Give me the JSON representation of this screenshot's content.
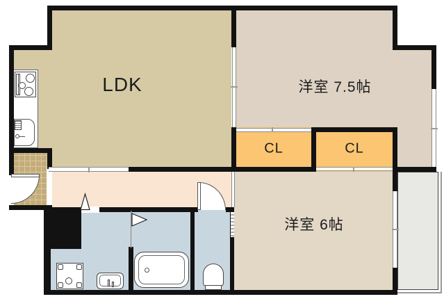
{
  "rooms": {
    "ldk": {
      "label": "LDK"
    },
    "western_room_75": {
      "label": "洋室 7.5帖"
    },
    "closet_left": {
      "label": "CL"
    },
    "closet_right": {
      "label": "CL"
    },
    "western_room_6": {
      "label": "洋室 6帖"
    }
  },
  "fixture_icons": [
    "entrance-door-arc",
    "kitchen-stove",
    "kitchen-sink",
    "washing-machine-pan",
    "vanity-sink",
    "bathtub",
    "toilet",
    "door-swing-triangle",
    "folding-door-flag",
    "sliding-door",
    "window"
  ],
  "palette": {
    "wall": "#121212",
    "ldk_fill": "#d6caa4",
    "bedroom75_fill": "#ddd2c3",
    "bedroom6_fill": "#e3d7c6",
    "closet_fill": "#fbc572",
    "hallway_fill": "#f9e5d2",
    "wet_area_fill": "#c8d6e0",
    "genkan_tile": "#c3ac7a",
    "genkan_line": "#d9c99e",
    "balcony": "#e8e8e5",
    "door_line": "#8a8a8a",
    "fixture_line": "#444444"
  }
}
